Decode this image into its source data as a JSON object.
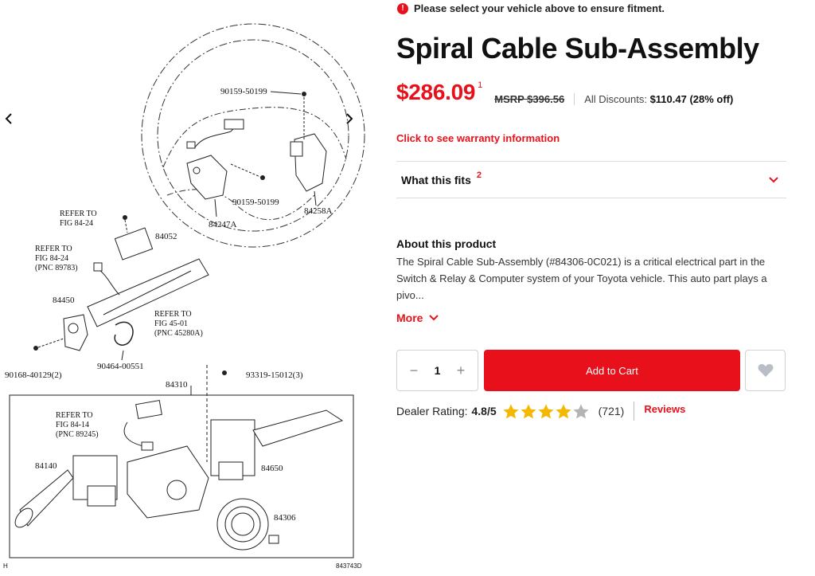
{
  "alert": {
    "icon": "exclamation-circle-icon",
    "text": "Please select your vehicle above to ensure fitment."
  },
  "product": {
    "title": "Spiral Cable Sub-Assembly",
    "price": "$286.09",
    "price_footnote": "1",
    "msrp": "MSRP $396.56",
    "discounts_label": "All Discounts:",
    "discounts_value": "$110.47 (28% off)",
    "warranty_link": "Click to see warranty information"
  },
  "fits": {
    "label": "What this fits",
    "footnote": "2",
    "icon": "chevron-down-icon"
  },
  "about": {
    "title": "About this product",
    "text": "The Spiral Cable Sub-Assembly (#84306-0C021) is a critical electrical part in the Switch & Relay & Computer system of your Toyota vehicle. This auto part plays a pivo...",
    "more_label": "More"
  },
  "cart": {
    "minus": "−",
    "quantity": "1",
    "plus": "+",
    "add_to_cart": "Add to Cart",
    "wishlist_icon": "heart-icon"
  },
  "rating": {
    "label": "Dealer Rating:",
    "score": "4.8/5",
    "stars_filled": 4,
    "stars_total": 5,
    "count": "(721)",
    "reviews_link": "Reviews"
  },
  "diagram": {
    "callouts": {
      "c1": "90159-50199",
      "c2": "90159-50199",
      "c3": "84258A",
      "c4": "84247A",
      "c5": "84052",
      "c6": "84450",
      "c7": "90464-00551",
      "c8": "90168-40129(2)",
      "c9": "93319-15012(3)",
      "c10": "84310",
      "c11": "84140",
      "c12": "84650",
      "c13": "84306",
      "ref1": [
        "REFER TO",
        "FIG    84-24"
      ],
      "ref2": [
        "REFER TO",
        "FIG    84-24",
        "(PNC 89783)"
      ],
      "ref3": [
        "REFER TO",
        "FIG    45-01",
        "(PNC 45280A)"
      ],
      "ref4": [
        "REFER TO",
        "FIG    84-14",
        "(PNC 89245)"
      ]
    },
    "corner_left": "H",
    "corner_right": "843743D"
  }
}
